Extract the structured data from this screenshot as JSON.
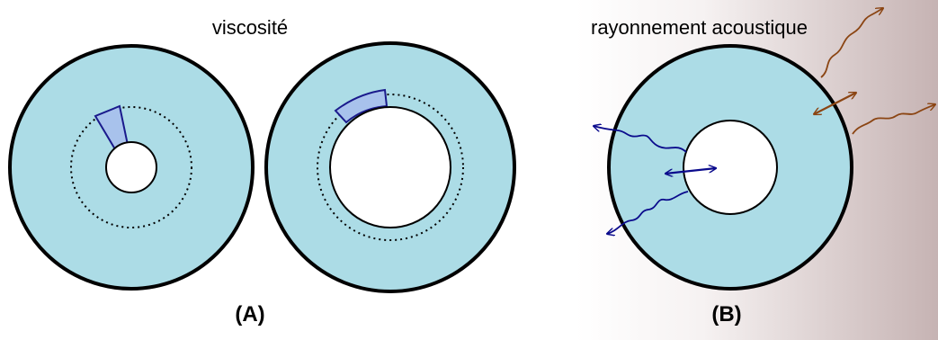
{
  "panel_a": {
    "title": "viscosité",
    "label": "(A)"
  },
  "panel_b": {
    "title": "rayonnement acoustique",
    "label": "(B)"
  },
  "colors": {
    "fluid": "#acdce6",
    "outline": "#000000",
    "element": "#a8c2ec",
    "element_outline": "#1a1a8c",
    "inner_wave": "#0a0a8c",
    "outer_wave": "#8b4513",
    "gradient_start": "#ffffff",
    "gradient_end": "#c8b4b4"
  }
}
